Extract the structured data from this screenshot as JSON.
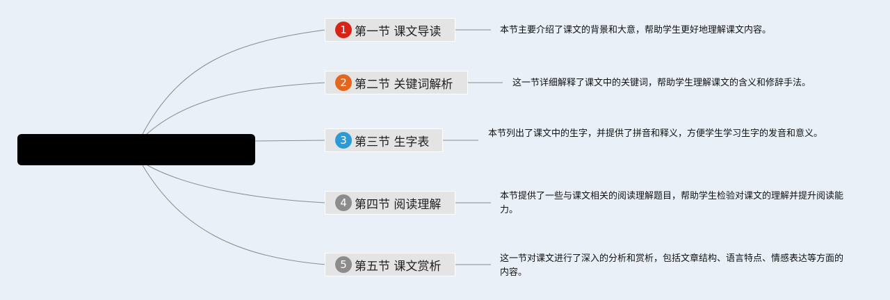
{
  "root": {
    "label": ""
  },
  "branches": [
    {
      "index": "1",
      "title": "第一节 课文导读",
      "color": "#d62518",
      "description": "本节主要介绍了课文的背景和大意，帮助学生更好地理解课文内容。"
    },
    {
      "index": "2",
      "title": "第二节 关键词解析",
      "color": "#e5651c",
      "description": "这一节详细解释了课文中的关键词，帮助学生理解课文的含义和修辞手法。"
    },
    {
      "index": "3",
      "title": "第三节 生字表",
      "color": "#2d9ad8",
      "description": "本节列出了课文中的生字，并提供了拼音和释义，方便学生学习生字的发音和意义。"
    },
    {
      "index": "4",
      "title": "第四节 阅读理解",
      "color": "#8c8c8c",
      "description": "本节提供了一些与课文相关的阅读理解题目，帮助学生检验对课文的理解并提升阅读能力。"
    },
    {
      "index": "5",
      "title": "第五节 课文赏析",
      "color": "#8c8c8c",
      "description": "这一节对课文进行了深入的分析和赏析，包括文章结构、语言特点、情感表达等方面的内容。"
    }
  ]
}
